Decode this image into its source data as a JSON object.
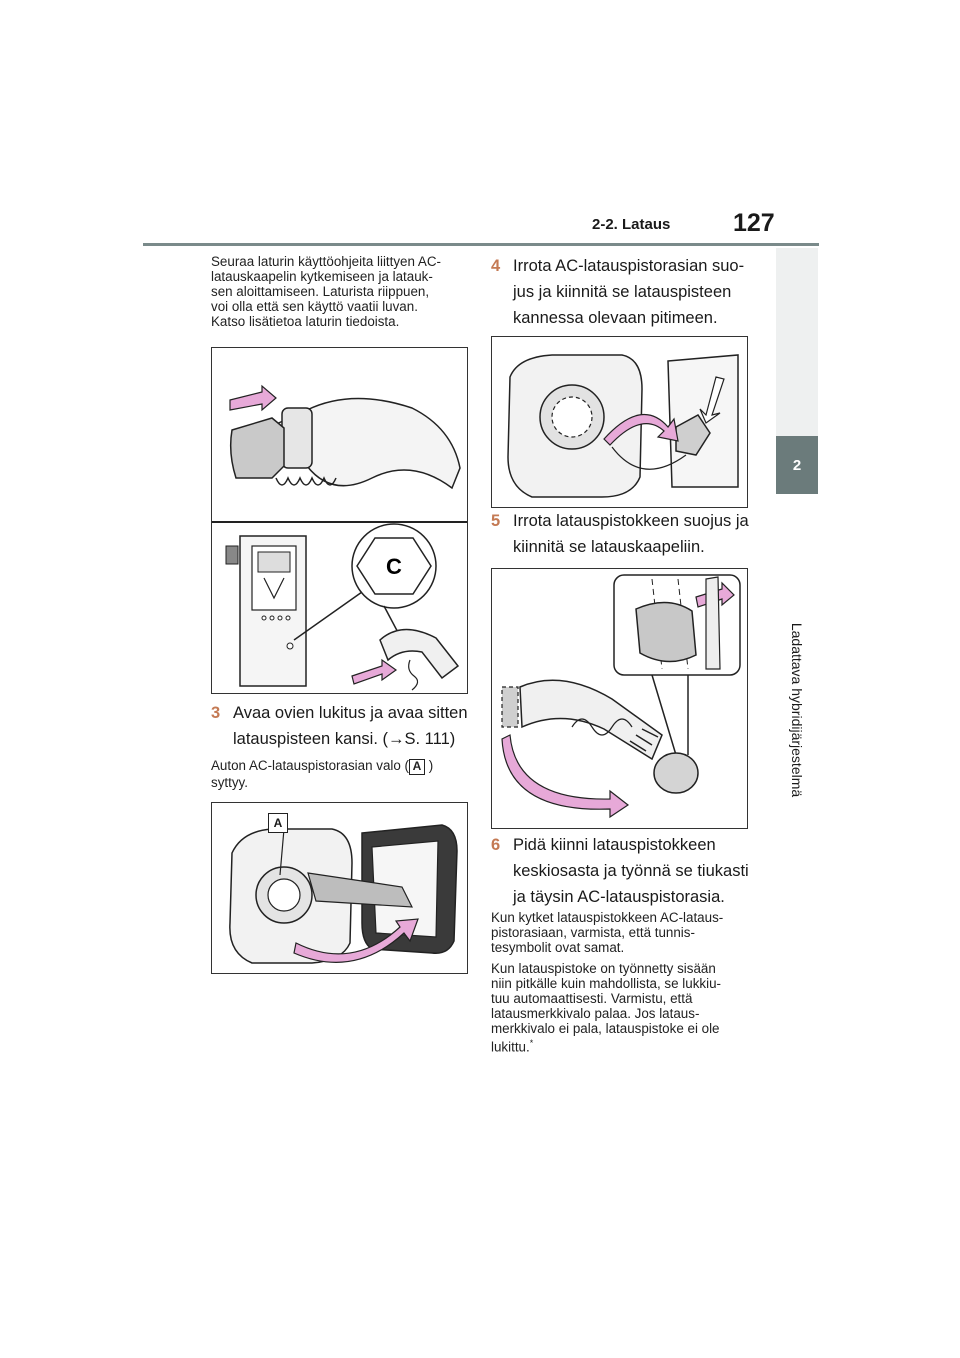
{
  "header": {
    "section": "2-2. Lataus",
    "page_number": "127"
  },
  "side_tab": {
    "chapter": "2",
    "title": "Ladattava hybridijärjestelmä"
  },
  "left_column": {
    "intro": [
      "Seuraa laturin käyttöohjeita liittyen AC-",
      "latauskaapelin kytkemiseen ja latauk-",
      "sen aloittamiseen. Laturista riippuen,",
      "voi olla että sen käyttö vaatii luvan.",
      "Katso lisätietoa laturin tiedoista."
    ],
    "figure1": {
      "label": "C"
    },
    "step3": {
      "number": "3",
      "line1": "Avaa ovien lukitus ja avaa sitten",
      "line2": "latauspisteen kansi. (→S. 111)"
    },
    "note": {
      "before": "Auton AC-latauspistorasian valo (",
      "label": "A",
      "after": ")",
      "line2": "syttyy."
    },
    "figure2": {
      "label": "A"
    }
  },
  "right_column": {
    "step4": {
      "number": "4",
      "lines": [
        "Irrota AC-latauspistorasian suo-",
        "jus ja kiinnitä se latauspisteen",
        "kannessa olevaan pitimeen."
      ]
    },
    "step5": {
      "number": "5",
      "lines": [
        "Irrota latauspistokkeen suojus ja",
        "kiinnitä se latauskaapeliin."
      ]
    },
    "step6": {
      "number": "6",
      "lines": [
        "Pidä kiinni latauspistokkeen",
        "keskiosasta ja työnnä se tiukasti",
        "ja täysin AC-latauspistorasia."
      ]
    },
    "para1": [
      "Kun kytket latauspistokkeen AC-lataus-",
      "pistorasiaan, varmista, että tunnis-",
      "tesymbolit ovat samat."
    ],
    "para2": [
      "Kun latauspistoke on työnnetty sisään",
      "niin pitkälle kuin mahdollista, se lukkiu-",
      "tuu automaattisesti. Varmistu, että",
      "latausmerkkivalo palaa. Jos lataus-",
      "merkkivalo ei pala, latauspistoke ei ole",
      "lukittu."
    ],
    "footnote_mark": "*"
  },
  "colors": {
    "accent": "#c47a54",
    "tab": "#6b7b7b",
    "arrow_pink": "#e7a9d8",
    "rule": "#7a8a8a"
  }
}
